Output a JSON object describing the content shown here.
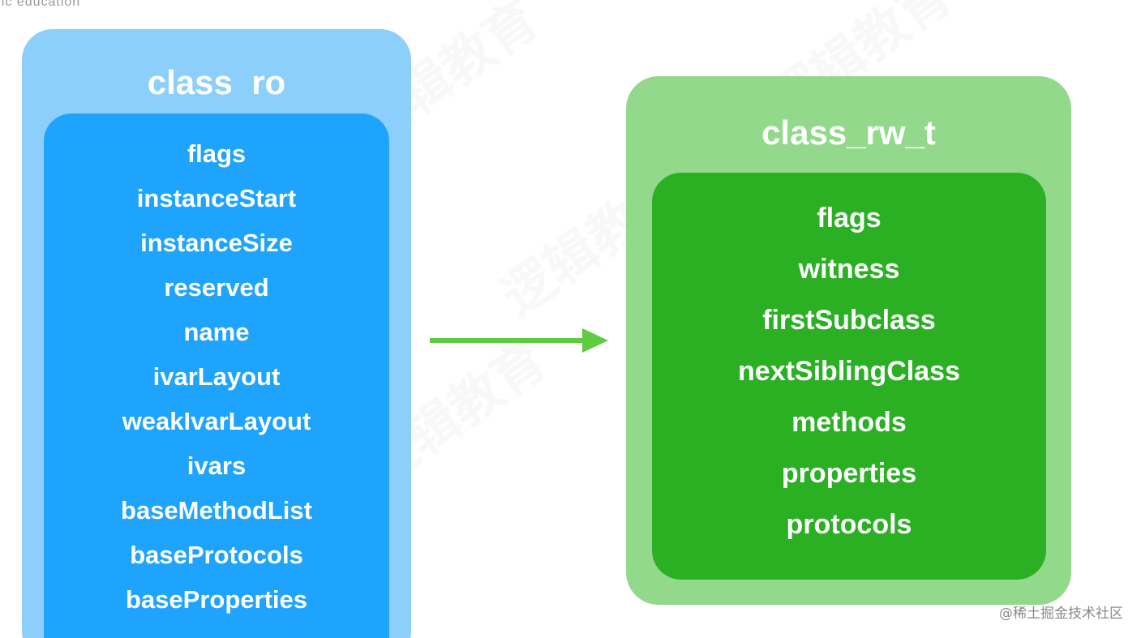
{
  "caption": "ogic education",
  "watermark_text": "逻辑教育",
  "left_box": {
    "title": "class  ro",
    "fields": [
      "flags",
      "instanceStart",
      "instanceSize",
      "reserved",
      "name",
      "ivarLayout",
      "weakIvarLayout",
      "ivars",
      "baseMethodList",
      "baseProtocols",
      "baseProperties"
    ]
  },
  "right_box": {
    "title": "class_rw_t",
    "fields": [
      "flags",
      "witness",
      "firstSubclass",
      "nextSiblingClass",
      "methods",
      "properties",
      "protocols"
    ]
  },
  "credit": "@稀土掘金技术社区",
  "colors": {
    "ro_outer": "#8ccffb",
    "ro_inner": "#1ea4fc",
    "rw_outer": "#93d98b",
    "rw_inner": "#2bb024",
    "arrow": "#5fcb3e"
  }
}
